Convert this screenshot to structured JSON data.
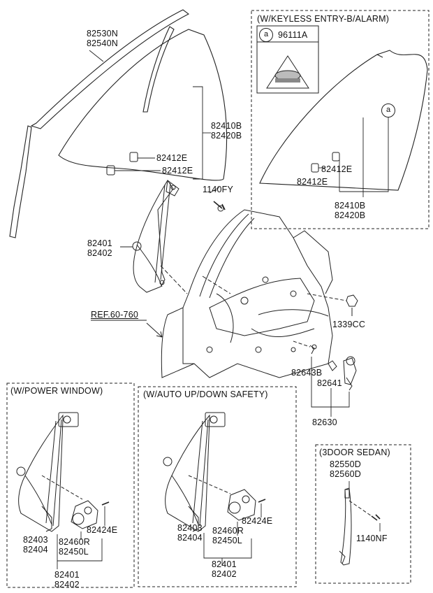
{
  "colors": {
    "line": "#222222",
    "dash": "#444444",
    "background": "#ffffff"
  },
  "boxes": {
    "keyless": {
      "title": "(W/KEYLESS ENTRY-B/ALARM)",
      "circle_ref": "a",
      "sticker_part": "96111A"
    },
    "power_window": {
      "title": "(W/POWER WINDOW)"
    },
    "auto_updown": {
      "title": "(W/AUTO UP/DOWN  SAFETY)"
    },
    "sedan": {
      "title": "(3DOOR SEDAN)"
    }
  },
  "labels": {
    "seal_a": "82530N",
    "seal_b": "82540N",
    "glass_a": "82410B",
    "glass_b": "82420B",
    "bolt_upper": "82412E",
    "bolt_lower": "82412E",
    "screw": "1140FY",
    "reg_a": "82401",
    "reg_b": "82402",
    "ref": "REF.60-760",
    "grommet": "1339CC",
    "kl_bolt_upper": "82412E",
    "kl_bolt_lower": "82412E",
    "kl_glass_a": "82410B",
    "kl_glass_b": "82420B",
    "kl_circle": "a",
    "c1": "82643B",
    "c2": "82641",
    "c3": "82630",
    "pw_a": "82403",
    "pw_b": "82404",
    "pw_motor_a": "82460R",
    "pw_motor_b": "82450L",
    "pw_screw": "82424E",
    "pw_bot_a": "82401",
    "pw_bot_b": "82402",
    "au_a": "82403",
    "au_b": "82404",
    "au_motor_a": "82460R",
    "au_motor_b": "82450L",
    "au_screw": "82424E",
    "au_bot_a": "82401",
    "au_bot_b": "82402",
    "sd_a": "82550D",
    "sd_b": "82560D",
    "sd_screw": "1140NF"
  }
}
